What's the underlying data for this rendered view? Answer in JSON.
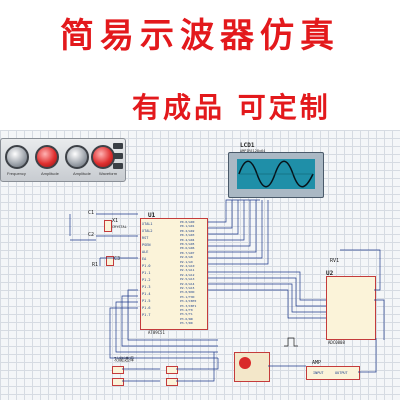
{
  "banner": {
    "title": "简易示波器仿真",
    "subtitle": "有成品 可定制",
    "title_color": "#e3191c",
    "subtitle_color": "#e3191c"
  },
  "oscilloscope_panel": {
    "knob_labels": [
      "Frequency",
      "Amplitude",
      "Amplitude",
      "Waveform"
    ]
  },
  "lcd": {
    "label": "LCD1",
    "sublabel": "AMPIRE128x64",
    "waveform": "sine"
  },
  "components": {
    "c1": "C1",
    "x1": "X1",
    "crystal": "CRYSTAL",
    "c2": "C2",
    "c3": "C3",
    "r1": "R1",
    "rv1": "RV1",
    "u1": "U1",
    "u2": "U2",
    "u1_part": "AT89C51",
    "u2_part": "ADC0808",
    "amp": "AMP",
    "buttons_label": "功能选择",
    "input_label": "INPUT",
    "output_label": "OUTPUT"
  },
  "u1_left_pins": [
    "XTAL1",
    "XTAL2",
    "RST",
    "PSEN",
    "ALE",
    "EA",
    "P1.0",
    "P1.1",
    "P1.2",
    "P1.3",
    "P1.4",
    "P1.5",
    "P1.6",
    "P1.7"
  ],
  "u1_right_pins": [
    "P0.0/AD0",
    "P0.1/AD1",
    "P0.2/AD2",
    "P0.3/AD3",
    "P0.4/AD4",
    "P0.5/AD5",
    "P0.6/AD6",
    "P0.7/AD7",
    "P2.0/A8",
    "P2.1/A9",
    "P2.2/A10",
    "P2.3/A11",
    "P2.4/A12",
    "P2.5/A13",
    "P2.6/A14",
    "P2.7/A15",
    "P3.0/RXD",
    "P3.1/TXD",
    "P3.2/INT0",
    "P3.3/INT1",
    "P3.4/T0",
    "P3.5/T1",
    "P3.6/WR",
    "P3.7/RD"
  ],
  "colors": {
    "wire": "#1e3a8a",
    "component_border": "#c43b3b",
    "component_fill": "#fbf3d9",
    "grid": "#d6dbe2",
    "lcd_screen": "#1f8fa8"
  }
}
